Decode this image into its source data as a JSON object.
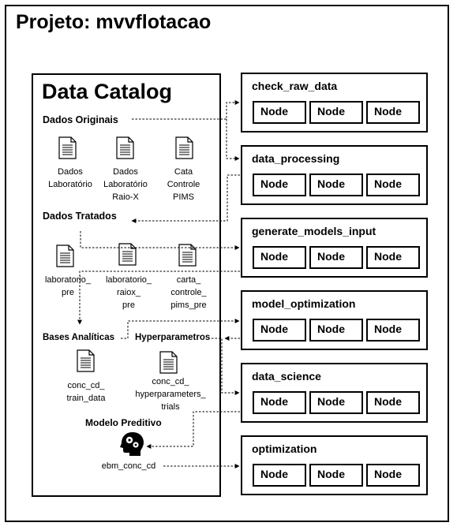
{
  "project_title": "Projeto: mvvflotacao",
  "catalog": {
    "title": "Data Catalog",
    "sections": {
      "originais": "Dados Originais",
      "tratados": "Dados Tratados",
      "bases": "Bases Analíticas",
      "hyper": "Hyperparametros",
      "modelo": "Modelo Preditivo"
    },
    "datasets": [
      {
        "label": "Dados\nLaboratório"
      },
      {
        "label": "Dados\nLaboratório\nRaio-X"
      },
      {
        "label": "Cata\nControle\nPIMS"
      },
      {
        "label": "laboratorio_\npre"
      },
      {
        "label": "laboratorio_\nraiox_\npre"
      },
      {
        "label": "carta_\ncontrole_\npims_pre"
      },
      {
        "label": "conc_cd_\ntrain_data"
      },
      {
        "label": "conc_cd_\nhyperparameters_\ntrials"
      },
      {
        "label": "ebm_conc_cd"
      }
    ]
  },
  "pipelines": [
    {
      "name": "check_raw_data",
      "nodes": [
        "Node",
        "Node",
        "Node"
      ]
    },
    {
      "name": "data_processing",
      "nodes": [
        "Node",
        "Node",
        "Node"
      ]
    },
    {
      "name": "generate_models_input",
      "nodes": [
        "Node",
        "Node",
        "Node"
      ]
    },
    {
      "name": "model_optimization",
      "nodes": [
        "Node",
        "Node",
        "Node"
      ]
    },
    {
      "name": "data_science",
      "nodes": [
        "Node",
        "Node",
        "Node"
      ]
    },
    {
      "name": "optimization",
      "nodes": [
        "Node",
        "Node",
        "Node"
      ]
    }
  ]
}
